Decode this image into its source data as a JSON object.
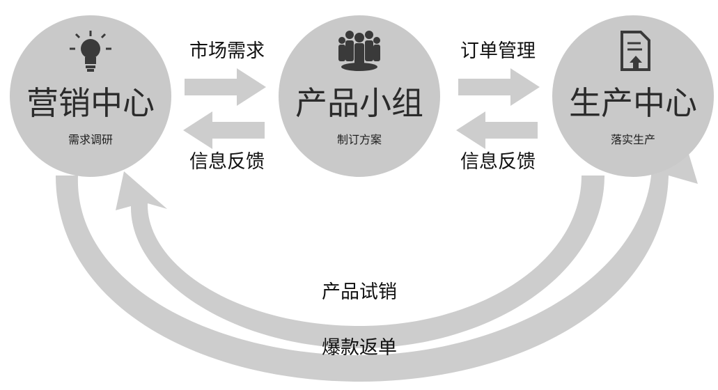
{
  "nodes": {
    "marketing": {
      "title": "营销中心",
      "subtitle": "需求调研",
      "icon": "lightbulb-icon"
    },
    "product": {
      "title": "产品小组",
      "subtitle": "制订方案",
      "icon": "team-icon"
    },
    "production": {
      "title": "生产中心",
      "subtitle": "落实生产",
      "icon": "document-upload-icon"
    }
  },
  "flows": {
    "market_demand": "市场需求",
    "feedback_left": "信息反馈",
    "order_management": "订单管理",
    "feedback_right": "信息反馈",
    "product_trial": "产品试销",
    "bestseller_reorder": "爆款返单"
  },
  "colors": {
    "circle": "#c9c9c9",
    "arrow": "#cdcdcd",
    "icon": "#3a3a3a",
    "text": "#111111"
  }
}
